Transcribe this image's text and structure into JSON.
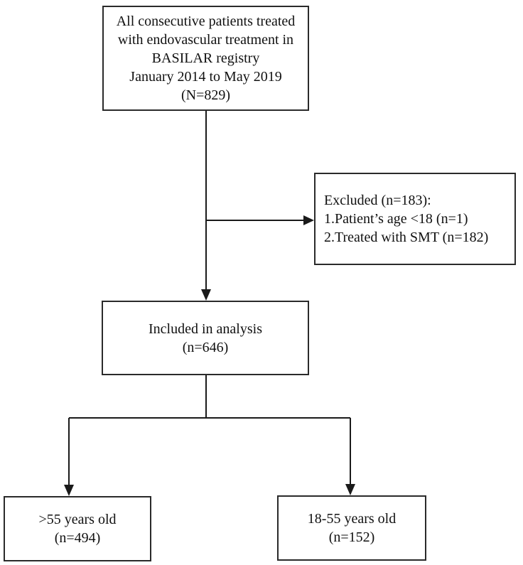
{
  "colors": {
    "background": "#ffffff",
    "line": "#1a1a1a",
    "border": "#2a2a2a",
    "text": "#111111"
  },
  "nodes": {
    "all_patients": {
      "lines": [
        "All consecutive patients treated",
        "with endovascular treatment in",
        "BASILAR registry",
        "January 2014 to May 2019",
        "(N=829)"
      ],
      "n": 829
    },
    "excluded": {
      "lines": [
        "Excluded (n=183):",
        "1.Patient’s age <18 (n=1)",
        "2.Treated with SMT (n=182)"
      ],
      "n": 183
    },
    "included": {
      "lines": [
        "Included in analysis",
        "(n=646)"
      ],
      "n": 646
    },
    "older_group": {
      "lines": [
        ">55 years old",
        "(n=494)"
      ],
      "n": 494
    },
    "younger_group": {
      "lines": [
        "18-55 years old",
        "(n=152)"
      ],
      "n": 152
    }
  }
}
